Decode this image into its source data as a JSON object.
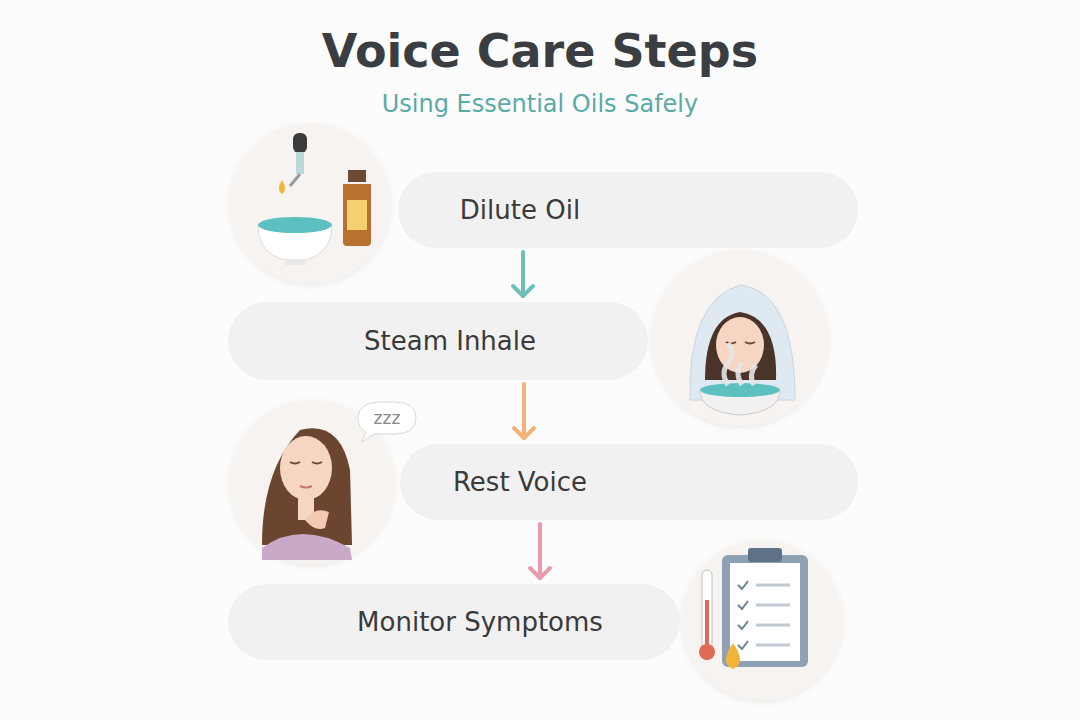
{
  "diagram": {
    "title": "Voice Care Steps",
    "nodes": [
      {
        "text": [
          "Dilute Oil"
        ]
      },
      {
        "text": [
          "Steam Inhale"
        ]
      },
      {
        "text": [
          "Rest Voice"
        ]
      },
      {
        "text": [
          "Monitor Symptoms"
        ]
      }
    ],
    "edges": [
      {
        "from": 0,
        "to": 1,
        "arrow": "to"
      },
      {
        "from": 1,
        "to": 2,
        "arrow": "to"
      },
      {
        "from": 2,
        "to": 3,
        "arrow": "to"
      }
    ],
    "labels": [
      "Using Essential Oils Safely",
      "zzz"
    ]
  }
}
